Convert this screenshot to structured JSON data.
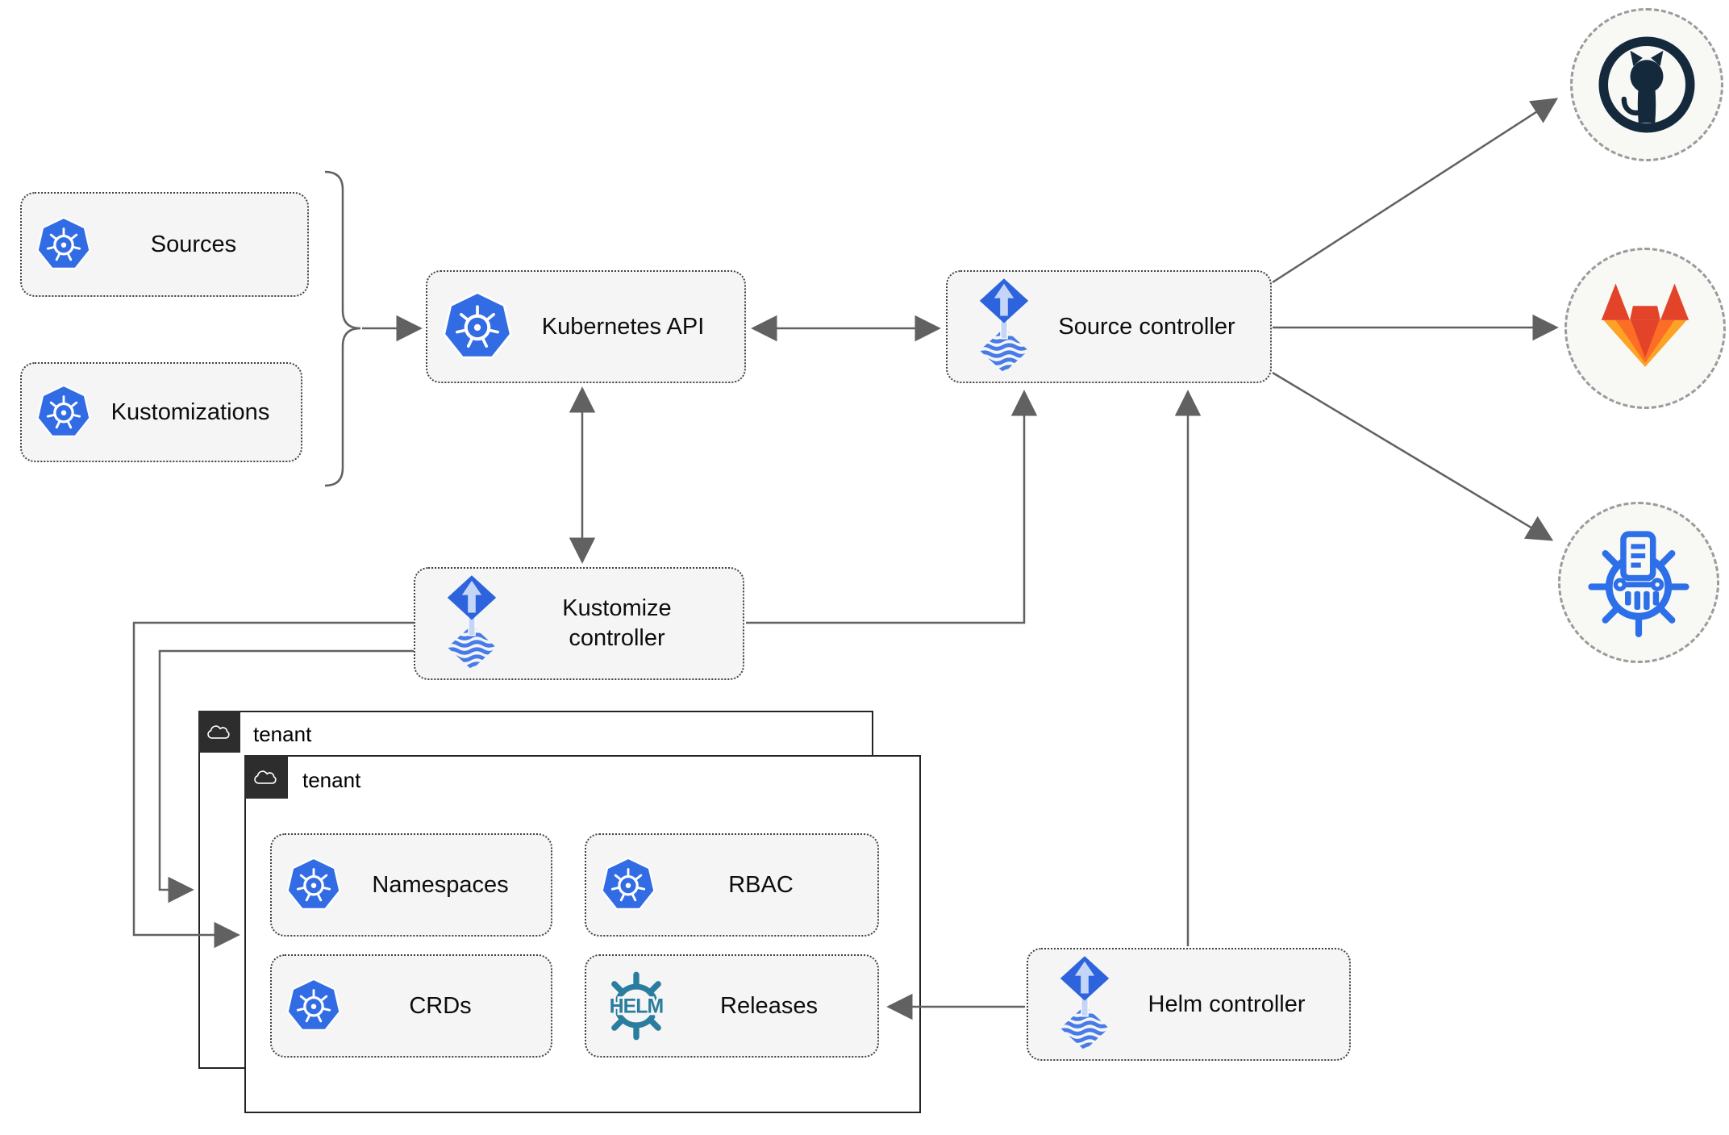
{
  "nodes": {
    "sources": {
      "label": "Sources"
    },
    "kustomizations": {
      "label": "Kustomizations"
    },
    "kubernetes_api": {
      "label": "Kubernetes API"
    },
    "source_controller": {
      "label": "Source controller"
    },
    "kustomize_controller": {
      "label": "Kustomize controller"
    },
    "helm_controller": {
      "label": "Helm controller"
    },
    "namespaces": {
      "label": "Namespaces"
    },
    "rbac": {
      "label": "RBAC"
    },
    "crds": {
      "label": "CRDs"
    },
    "releases": {
      "label": "Releases",
      "logo_text": "HELM"
    }
  },
  "groups": {
    "tenant_back": {
      "label": "tenant"
    },
    "tenant_front": {
      "label": "tenant"
    }
  },
  "external_targets": {
    "github": {
      "icon": "github-icon"
    },
    "gitlab": {
      "icon": "gitlab-icon"
    },
    "registry": {
      "icon": "manifest-registry-icon"
    }
  },
  "edges": [
    {
      "from": "sources+kustomizations",
      "to": "kubernetes_api",
      "style": "arrow"
    },
    {
      "from": "kubernetes_api",
      "to": "source_controller",
      "style": "double-arrow"
    },
    {
      "from": "kubernetes_api",
      "to": "kustomize_controller",
      "style": "double-arrow"
    },
    {
      "from": "kustomize_controller",
      "to": "source_controller",
      "style": "arrow"
    },
    {
      "from": "helm_controller",
      "to": "source_controller",
      "style": "arrow"
    },
    {
      "from": "helm_controller",
      "to": "releases",
      "style": "arrow"
    },
    {
      "from": "kustomize_controller",
      "to": "tenant_front",
      "style": "arrow"
    },
    {
      "from": "kustomize_controller",
      "to": "tenant_back",
      "style": "arrow"
    },
    {
      "from": "source_controller",
      "to": "github",
      "style": "arrow"
    },
    {
      "from": "source_controller",
      "to": "gitlab",
      "style": "arrow"
    },
    {
      "from": "source_controller",
      "to": "registry",
      "style": "arrow"
    }
  ],
  "colors": {
    "kubernetes_blue": "#326ce5",
    "flux_blue": "#2d63dd",
    "flux_arrow_light": "#c5d5f7",
    "flux_wave_blue": "#477be8",
    "helm_teal": "#2a7d9e",
    "github_dark": "#14293c",
    "gitlab_red_orange": "#e24329",
    "gitlab_orange": "#fc6d26",
    "gitlab_yellow_orange": "#fca326",
    "registry_blue": "#2d6fe8",
    "node_fill": "#f5f5f5",
    "connector_gray": "#616161",
    "tenant_label_bg": "#2d2d2d"
  }
}
